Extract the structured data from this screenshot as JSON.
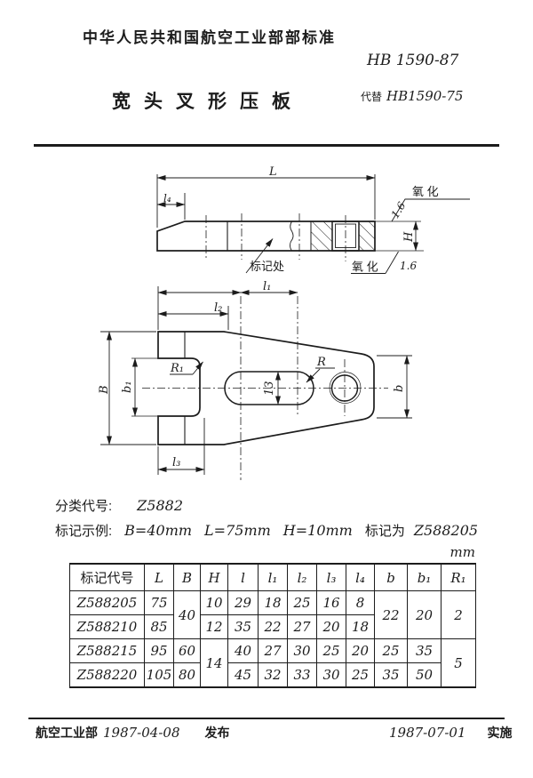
{
  "header": {
    "org": "中华人民共和国航空工业部部标准",
    "code": "HB 1590-87",
    "title": "宽头叉形压板",
    "supersede_label": "代替",
    "supersede_code": "HB1590-75"
  },
  "drawing": {
    "labels": {
      "L": "L",
      "l1": "l₁",
      "l2": "l₂",
      "l3": "l₃",
      "l4": "l₄",
      "B": "B",
      "b": "b",
      "b1": "b₁",
      "H": "H",
      "R": "R",
      "R1": "R₁",
      "slot_width": "13",
      "oxidize": "氧 化",
      "roughness": "1.6",
      "mark_spot": "标记处"
    }
  },
  "classification": {
    "label": "分类代号:",
    "value": "Z5882"
  },
  "example": {
    "label": "标记示例:",
    "b": "B=40mm",
    "l": "L=75mm",
    "h": "H=10mm",
    "suffix": "标记为",
    "code": "Z588205"
  },
  "table": {
    "unit": "mm",
    "headers": [
      "标记代号",
      "L",
      "B",
      "H",
      "l",
      "l₁",
      "l₂",
      "l₃",
      "l₄",
      "b",
      "b₁",
      "R₁"
    ],
    "rows": [
      {
        "code": "Z588205",
        "L": "75",
        "B": "40",
        "H": "10",
        "l": "29",
        "l1": "18",
        "l2": "25",
        "l3": "16",
        "l4": "8",
        "b": "22",
        "b1": "20",
        "R1": "2"
      },
      {
        "code": "Z588210",
        "L": "85",
        "H": "12",
        "l": "35",
        "l1": "22",
        "l2": "27",
        "l3": "20",
        "l4": "18"
      },
      {
        "code": "Z588215",
        "L": "95",
        "B": "60",
        "H": "14",
        "l": "40",
        "l1": "27",
        "l2": "30",
        "l3": "25",
        "l4": "20",
        "b": "25",
        "b1": "35",
        "R1": "5"
      },
      {
        "code": "Z588220",
        "L": "105",
        "B": "80",
        "l": "45",
        "l1": "32",
        "l2": "33",
        "l3": "30",
        "l4": "25",
        "b": "35",
        "b1": "50"
      }
    ]
  },
  "footer": {
    "org": "航空工业部",
    "issue_date": "1987-04-08",
    "issue_label": "发布",
    "impl_date": "1987-07-01",
    "impl_label": "实施"
  }
}
